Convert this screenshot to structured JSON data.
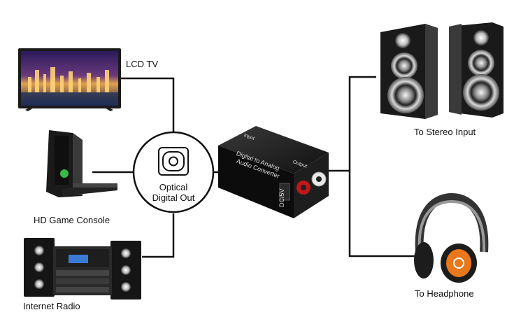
{
  "sources": [
    {
      "name": "lcd-tv",
      "label": "LCD TV"
    },
    {
      "name": "game-console",
      "label": "HD Game Console"
    },
    {
      "name": "internet-radio",
      "label": "Internet Radio"
    }
  ],
  "hub": {
    "line1": "Optical",
    "line2": "Digital Out"
  },
  "converter": {
    "text_line1": "Digital  to Analog",
    "text_line2": "Audio Converter",
    "input_label": "Input",
    "output_label": "Output",
    "power_label": "DC/5V"
  },
  "outputs": [
    {
      "name": "stereo",
      "label": "To Stereo Input"
    },
    {
      "name": "headphone",
      "label": "To Headphone"
    }
  ],
  "colors": {
    "line": "#111111",
    "rca_red": "#c01818",
    "rca_white": "#e8e8e8",
    "accent_orange": "#e8781a"
  }
}
